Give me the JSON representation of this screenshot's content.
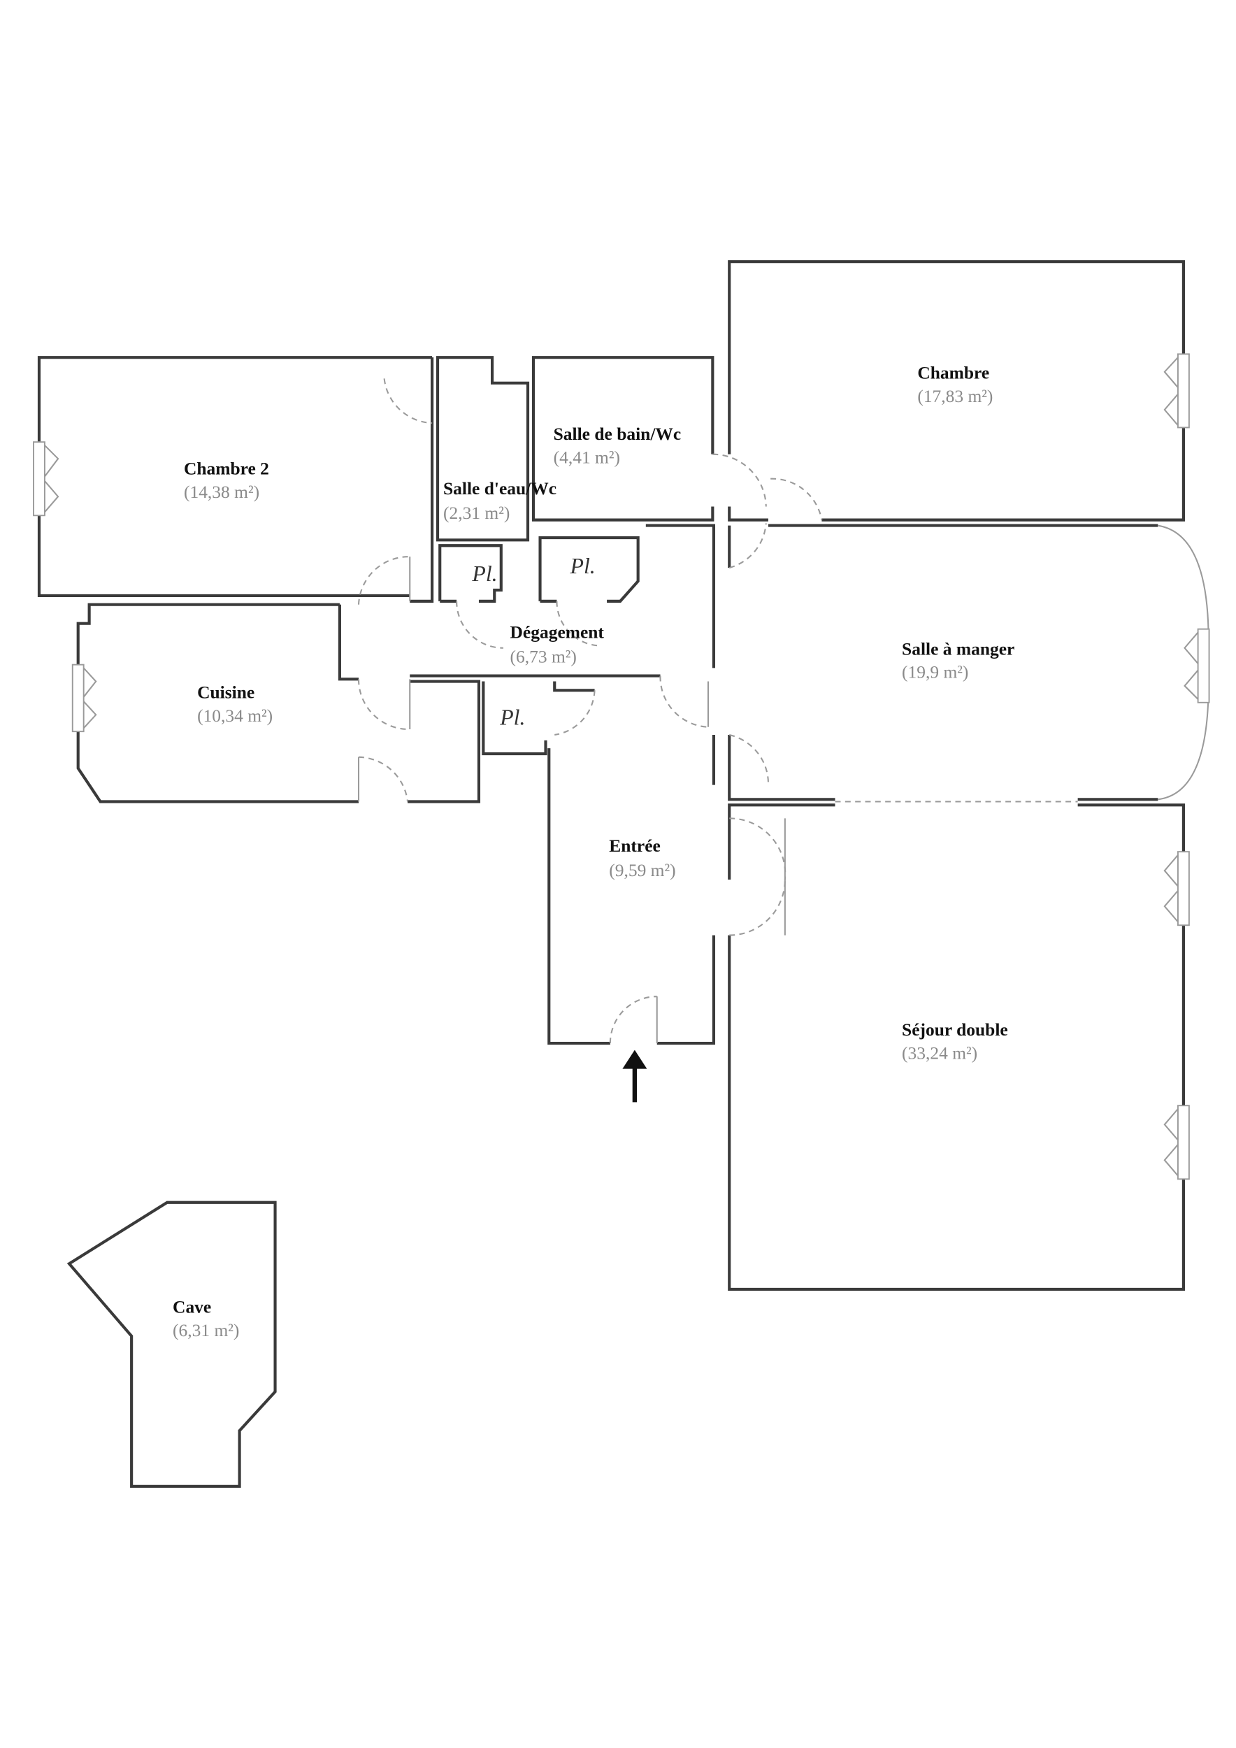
{
  "rooms": {
    "chambre2": {
      "name": "Chambre 2",
      "area": "(14,38 m²)"
    },
    "salle_eau": {
      "name": "Salle d'eau/Wc",
      "area": "(2,31 m²)"
    },
    "salle_bain": {
      "name": "Salle de bain/Wc",
      "area": "(4,41 m²)"
    },
    "chambre": {
      "name": "Chambre",
      "area": "(17,83 m²)"
    },
    "degagement": {
      "name": "Dégagement",
      "area": "(6,73 m²)"
    },
    "cuisine": {
      "name": "Cuisine",
      "area": "(10,34 m²)"
    },
    "salle_manger": {
      "name": "Salle à manger",
      "area": "(19,9 m²)"
    },
    "entree": {
      "name": "Entrée",
      "area": "(9,59 m²)"
    },
    "sejour": {
      "name": "Séjour double",
      "area": "(33,24 m²)"
    },
    "cave": {
      "name": "Cave",
      "area": "(6,31 m²)"
    }
  },
  "closets": [
    "Pl.",
    "Pl.",
    "Pl."
  ],
  "entrance_icon": "arrow-up-icon"
}
